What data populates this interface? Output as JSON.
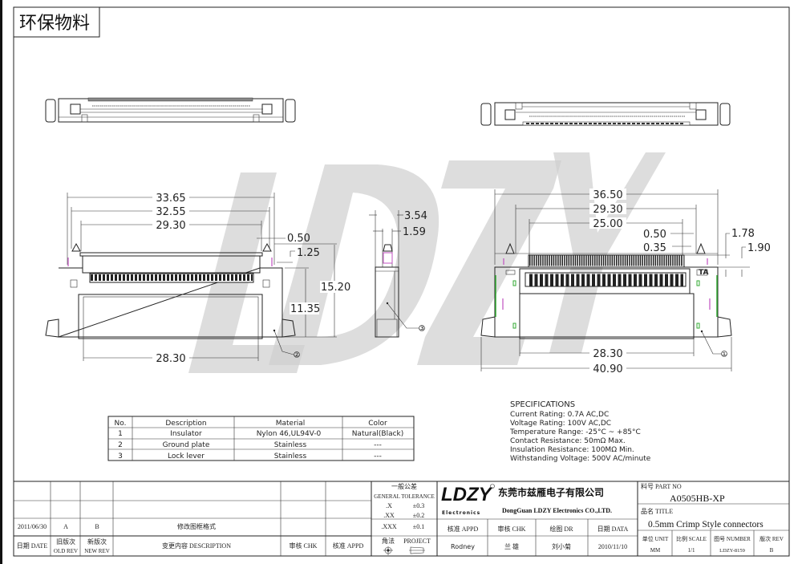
{
  "header": {
    "eco_label": "环保物料"
  },
  "watermark": "LDZY",
  "views": {
    "left_front": {
      "dims": [
        "33.65",
        "32.55",
        "29.30",
        "0.50",
        "1.25",
        "15.20",
        "11.35",
        "28.30"
      ],
      "callout": "②"
    },
    "side": {
      "dims": [
        "3.54",
        "1.59"
      ],
      "callout": "③"
    },
    "right_front": {
      "dims": [
        "36.50",
        "29.30",
        "25.00",
        "0.50",
        "0.35",
        "1.78",
        "1.90",
        "28.30",
        "40.90"
      ],
      "callout": "①",
      "marker": "TA"
    }
  },
  "bom_table": {
    "headers": [
      "No.",
      "Description",
      "Material",
      "Color"
    ],
    "rows": [
      [
        "1",
        "Insulator",
        "Nylon 46,UL94V-0",
        "Natural(Black)"
      ],
      [
        "2",
        "Ground plate",
        "Stainless",
        "---"
      ],
      [
        "3",
        "Lock lever",
        "Stainless",
        "---"
      ]
    ]
  },
  "specifications": {
    "title": "SPECIFICATIONS",
    "lines": [
      "Current Rating: 0.7A AC,DC",
      "Voltage Rating: 100V AC,DC",
      "Temperature Range: -25°C ~ +85°C",
      "Contact Resistance: 50mΩ Max.",
      "Insulation Resistance: 100MΩ Min.",
      "Withstanding Voltage: 500V AC/minute"
    ]
  },
  "title_block": {
    "revision": {
      "date": "2011/06/30",
      "old_rev": "A",
      "new_rev": "B",
      "description": "修改图框格式",
      "headers": [
        "日期 DATE",
        "旧版次",
        "OLD REV",
        "新版次",
        "NEW REV",
        "变更内容 DESCRIPTION",
        "审核 CHK",
        "核准 APPD"
      ]
    },
    "tolerance": {
      "title_cn": "一般公差",
      "title_en": "GENERAL TOLERANCE",
      "rows": [
        [
          ".X",
          "±0.3"
        ],
        [
          ".XX",
          "±0.2"
        ],
        [
          ".XXX",
          "±0.1"
        ]
      ],
      "projection_label": "角法",
      "projection_en": "PROJECT"
    },
    "company": {
      "logo": "LDZY",
      "logo_sub": "Electronics",
      "name_cn": "东莞市兹雁电子有限公司",
      "name_en": "DongGuan LDZY Electronics CO.,LTD."
    },
    "approvals": {
      "headers": [
        "核准 APPD",
        "审核 CHK",
        "绘图 DR",
        "日期 DATA"
      ],
      "values": [
        "Rodney",
        "兰 雄",
        "刘小菊",
        "2010/11/10"
      ]
    },
    "part": {
      "part_no_label": "料号 PART NO",
      "part_no": "A0505HB-XP",
      "title_label": "品名 TITLE",
      "title": "0.5mm Crimp Style connectors",
      "headers": [
        "单位 UNIT",
        "比例 SCALE",
        "图号 NUMBER",
        "版次 REV"
      ],
      "values": [
        "MM",
        "1/1",
        "LDZY-8159",
        "B"
      ]
    }
  }
}
